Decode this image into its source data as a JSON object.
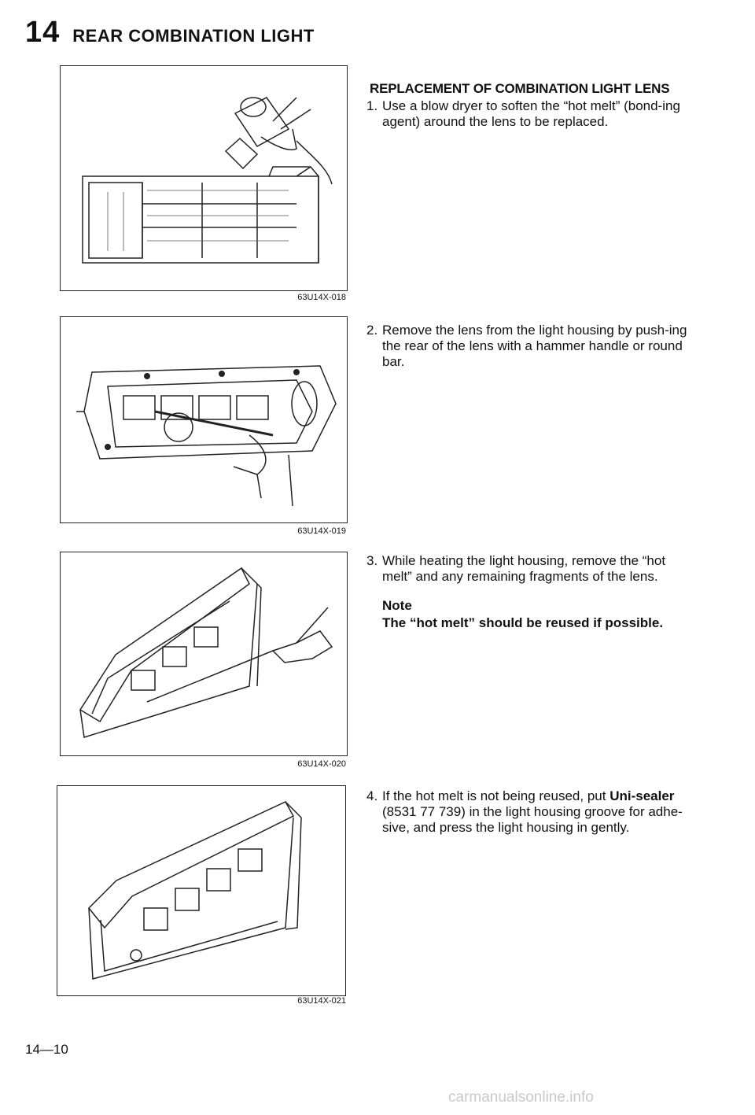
{
  "header": {
    "chapter_number": "14",
    "chapter_title": "REAR COMBINATION LIGHT"
  },
  "section_title": "REPLACEMENT OF COMBINATION LIGHT LENS",
  "steps": [
    {
      "number": "1.",
      "text": "Use a blow dryer to soften the “hot melt” (bond-ing agent) around the lens to be replaced."
    },
    {
      "number": "2.",
      "text": "Remove the lens from the light housing by push-ing the rear of the lens with a hammer handle or round bar."
    },
    {
      "number": "3.",
      "text": "While heating the light housing, remove the “hot melt” and any remaining fragments of the lens."
    },
    {
      "number": "4.",
      "text_before": "If the hot melt is not being reused, put ",
      "text_bold": "Uni-sealer",
      "text_after": " (8531 77 739) in the light housing groove for adhe-sive, and press the light housing in gently."
    }
  ],
  "note": {
    "label": "Note",
    "text": "The “hot melt” should be reused if possible."
  },
  "figures": [
    {
      "code": "63U14X-018"
    },
    {
      "code": "63U14X-019"
    },
    {
      "code": "63U14X-020"
    },
    {
      "code": "63U14X-021"
    }
  ],
  "page_number": "14—10",
  "footer": "carmanualsonline.info"
}
